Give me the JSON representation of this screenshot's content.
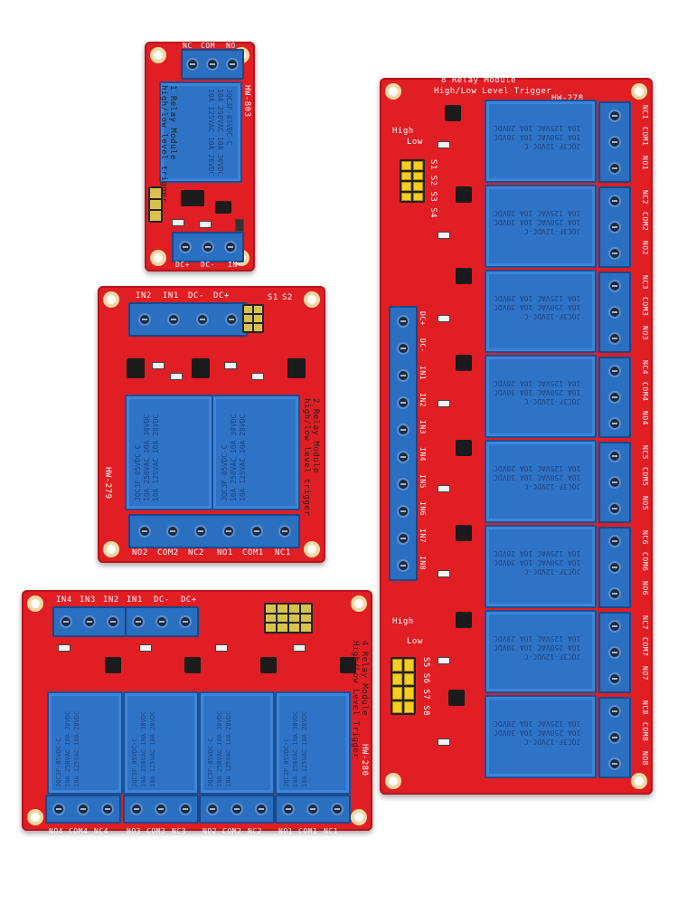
{
  "board_1ch": {
    "title": "1 Relay Module",
    "subtitle": "high/low level trigger",
    "model": "HW-803",
    "pins_top": [
      "NC",
      "COM",
      "NO"
    ],
    "pins_bottom": [
      "DC+",
      "DC-",
      "IN"
    ]
  },
  "board_2ch": {
    "title": "2 Relay Module",
    "subtitle": "high/low level trigger",
    "model": "HW-279",
    "pins_top": [
      "IN2",
      "IN1",
      "DC-",
      "DC+"
    ],
    "jumpers": [
      "S1",
      "S2"
    ],
    "pins_bottom": [
      "NO2",
      "COM2",
      "NC2",
      "NO1",
      "COM1",
      "NC1"
    ]
  },
  "board_4ch": {
    "title": "4 Relay Module",
    "subtitle": "High/Low Level Trigger",
    "model": "HW-280",
    "pins_top": [
      "IN4",
      "IN3",
      "IN2",
      "IN1",
      "DC-",
      "DC+"
    ],
    "pins_bottom": [
      "NO4",
      "COM4",
      "NC4",
      "NO3",
      "COM3",
      "NC3",
      "NO2",
      "COM2",
      "NC2",
      "NO1",
      "COM1",
      "NC1"
    ]
  },
  "board_8ch": {
    "title": "8 Relay Module",
    "subtitle": "High/Low Level Trigger",
    "model": "HW-278",
    "jumper_label_top": "S1 S2 S3 S4",
    "jumper_label_bottom": "S5 S6 S7 S8",
    "high_label": "High",
    "low_label": "Low",
    "pins_left": [
      "DC+",
      "DC-",
      "IN1",
      "IN2",
      "IN3",
      "IN4",
      "IN5",
      "IN6",
      "IN7",
      "IN8"
    ],
    "pins_right": [
      "NC1",
      "COM1",
      "NO1",
      "NC2",
      "COM2",
      "NO2",
      "NC3",
      "COM3",
      "NO3",
      "NC4",
      "COM4",
      "NO4",
      "NC5",
      "COM5",
      "NO5",
      "NC6",
      "COM6",
      "NO6",
      "NC7",
      "COM7",
      "NO7",
      "NC8",
      "COM8",
      "NO8"
    ]
  },
  "relay_marking": "JQC3F-12VDC-C\n10A 250VAC 10A 30VDC\n10A 125VAC 10A 28VDC",
  "relay_marking_5v": "JQC3F-05VDC-C\n10A 250VAC 10A 30VDC\n10A 125VAC 10A 28VDC",
  "colors": {
    "pcb": "#e01e24",
    "relay": "#2f73c6",
    "terminal": "#2a6fc0",
    "jumper": "#f5cd25"
  }
}
